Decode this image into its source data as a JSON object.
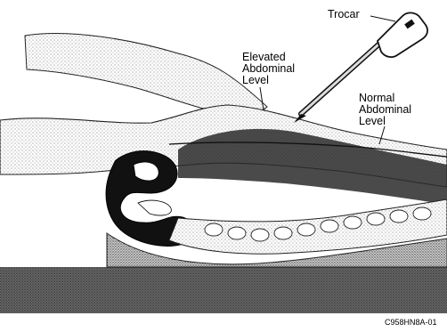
{
  "labels": {
    "trocar": "Trocar",
    "elevated_line1": "Elevated",
    "elevated_line2": "Abdominal",
    "elevated_line3": "Level",
    "normal_line1": "Normal",
    "normal_line2": "Abdominal",
    "normal_line3": "Level"
  },
  "figure_code": "C958HN8A-01",
  "colors": {
    "ink": "#111111",
    "table": "#555555",
    "shade": "#888888",
    "background": "#ffffff"
  }
}
